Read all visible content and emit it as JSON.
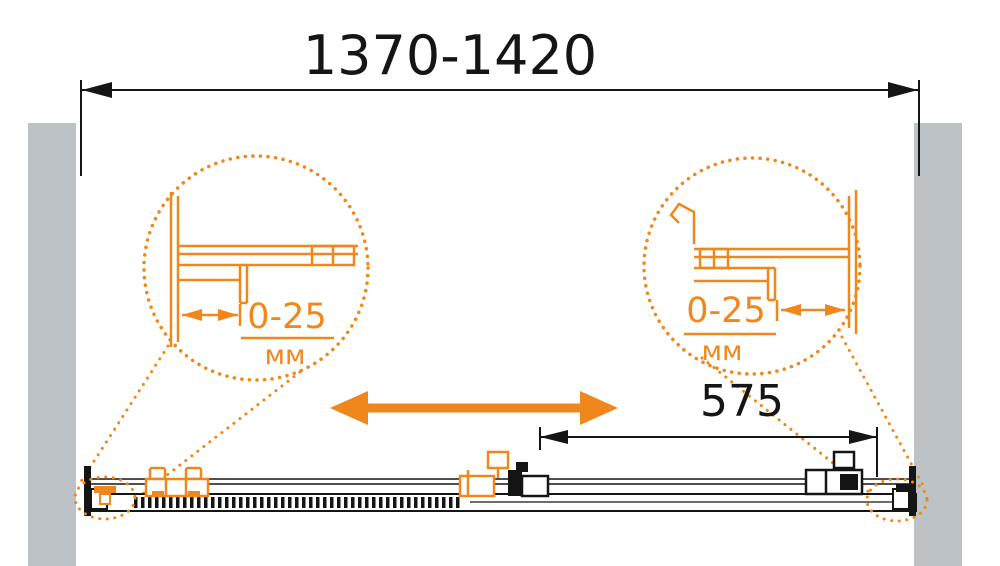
{
  "diagram": {
    "overall_width_label": "1370-1420",
    "panel_width_label": "575",
    "left_detail": {
      "range": "0-25",
      "unit": "мм"
    },
    "right_detail": {
      "range": "0-25",
      "unit": "мм"
    }
  },
  "colors": {
    "accent": "#F0871C",
    "wall": "#BDC2C6",
    "line": "#151515"
  }
}
